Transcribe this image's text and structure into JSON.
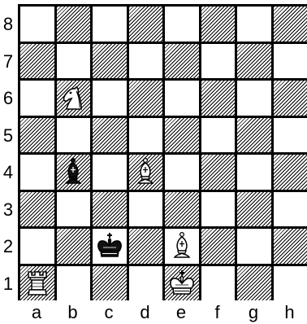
{
  "board": {
    "files": [
      "a",
      "b",
      "c",
      "d",
      "e",
      "f",
      "g",
      "h"
    ],
    "ranks": [
      "8",
      "7",
      "6",
      "5",
      "4",
      "3",
      "2",
      "1"
    ]
  },
  "pieces": [
    {
      "square": "b6",
      "color": "white",
      "type": "knight",
      "icon": "white-knight-icon"
    },
    {
      "square": "b4",
      "color": "black",
      "type": "bishop",
      "icon": "black-bishop-icon"
    },
    {
      "square": "d4",
      "color": "white",
      "type": "bishop",
      "icon": "white-bishop-icon"
    },
    {
      "square": "c2",
      "color": "black",
      "type": "king",
      "icon": "black-king-icon"
    },
    {
      "square": "e2",
      "color": "white",
      "type": "bishop",
      "icon": "white-bishop-icon"
    },
    {
      "square": "a1",
      "color": "white",
      "type": "rook",
      "icon": "white-rook-icon"
    },
    {
      "square": "e1",
      "color": "white",
      "type": "king",
      "icon": "white-king-icon"
    }
  ],
  "colors": {
    "light_square": "#ffffff",
    "dark_square_hatch": "#000000",
    "grid_line": "#000000"
  }
}
